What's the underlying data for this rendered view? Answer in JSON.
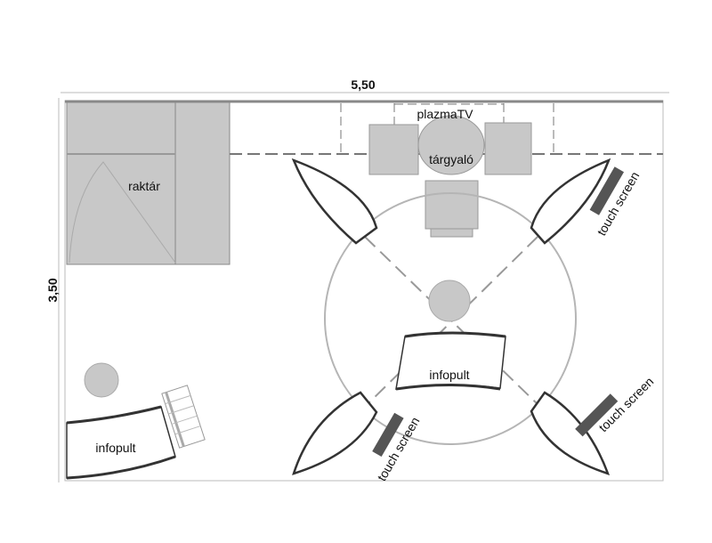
{
  "dimensions": {
    "width": "5,50",
    "height": "3,50"
  },
  "rooms": {
    "storage": "raktár",
    "meeting": "tárgyaló",
    "tv": "plazmaTV"
  },
  "desks": {
    "center": "infopult",
    "left": "infopult"
  },
  "screens": [
    "touch screen",
    "touch screen",
    "touch screen"
  ],
  "colors": {
    "fill": "#c8c8c8",
    "stroke": "#333333",
    "light": "#b5b5b5",
    "screen": "#555555"
  }
}
